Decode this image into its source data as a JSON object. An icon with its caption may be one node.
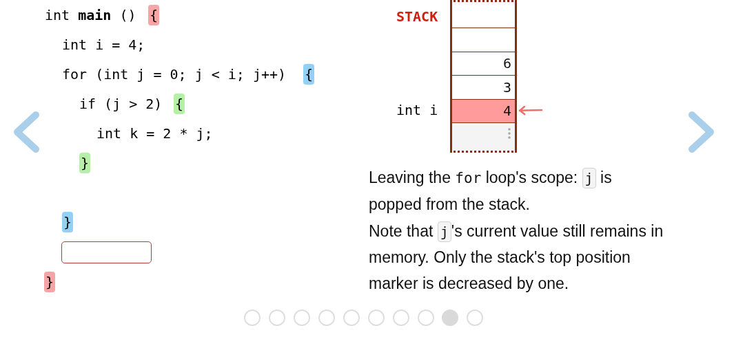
{
  "diagram": {
    "nodes": [
      {
        "text": [],
        "shape": "box"
      },
      {
        "text": [],
        "shape": "box",
        "beside": [
          "STACK"
        ]
      },
      {
        "text": [],
        "shape": "box",
        "in": 1
      },
      {
        "text": [],
        "shape": "box",
        "in": 1
      },
      {
        "text": [
          "6"
        ],
        "in": 1
      },
      {
        "text": [
          "3"
        ],
        "in": 1
      },
      {
        "text": [
          "4"
        ],
        "in": 1,
        "beside": [
          "int i"
        ]
      },
      {
        "text": [],
        "shape": "box",
        "in": 1
      }
    ],
    "edges": [
      {
        "from": null,
        "to": 6,
        "arrow": "to"
      }
    ],
    "labels": [
      "int **main** ()",
      "{",
      "int i = 4;",
      "for (int j = 0; j < i; j++)",
      "{",
      "if (j > 2)",
      "{",
      "int k = 2 * j;",
      "}",
      "}",
      "}",
      "Leaving the for loop's scope: j is popped from the stack.",
      "Note that j's current value still remains in memory. Only the stack's top position marker is decreased by one."
    ]
  }
}
